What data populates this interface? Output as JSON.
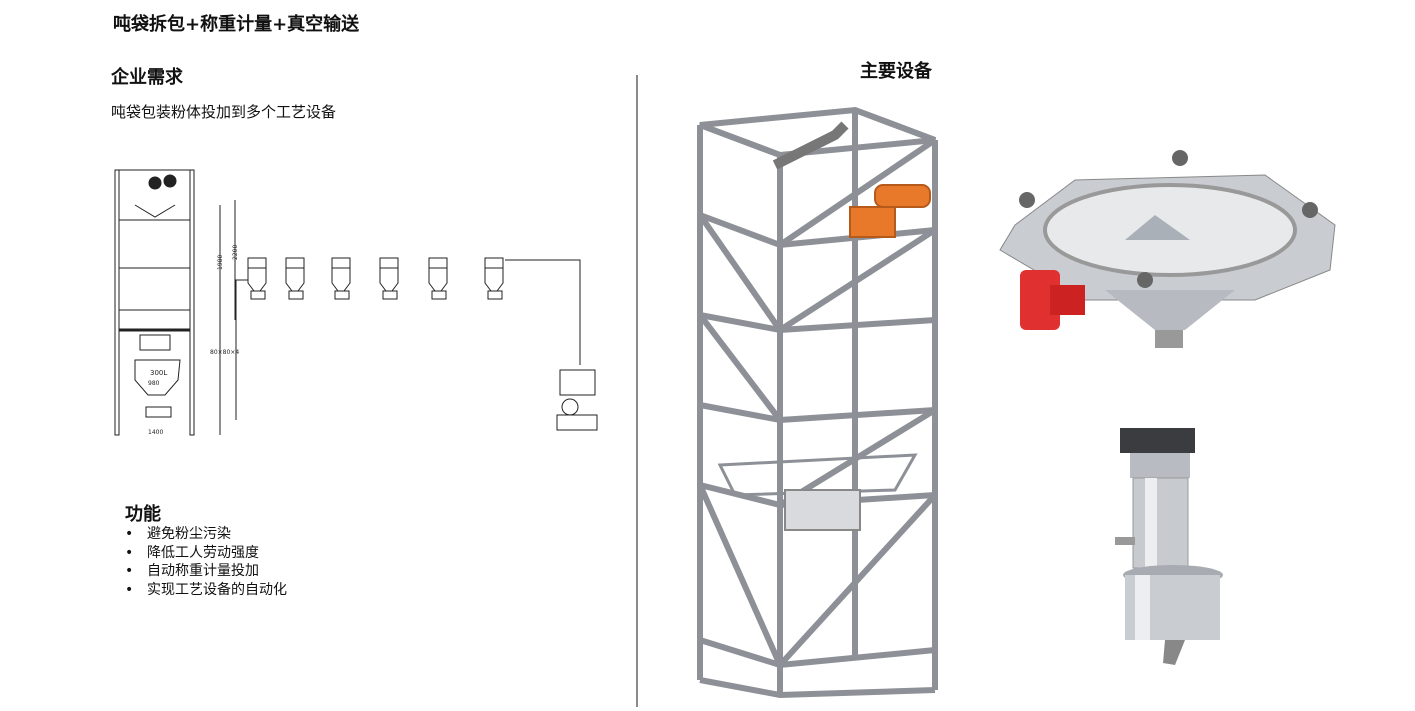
{
  "title": "吨袋拆包+称重计量+真空输送",
  "needs": {
    "heading": "企业需求",
    "text": "吨袋包装粉体投加到多个工艺设备"
  },
  "equipment": {
    "heading": "主要设备"
  },
  "functions": {
    "heading": "功能",
    "items": [
      "避免粉尘污染",
      "降低工人劳动强度",
      "自动称重计量投加",
      "实现工艺设备的自动化"
    ]
  },
  "drawing": {
    "dims": [
      "1980",
      "2200",
      "300L",
      "980",
      "1400",
      "80×80×4"
    ]
  }
}
